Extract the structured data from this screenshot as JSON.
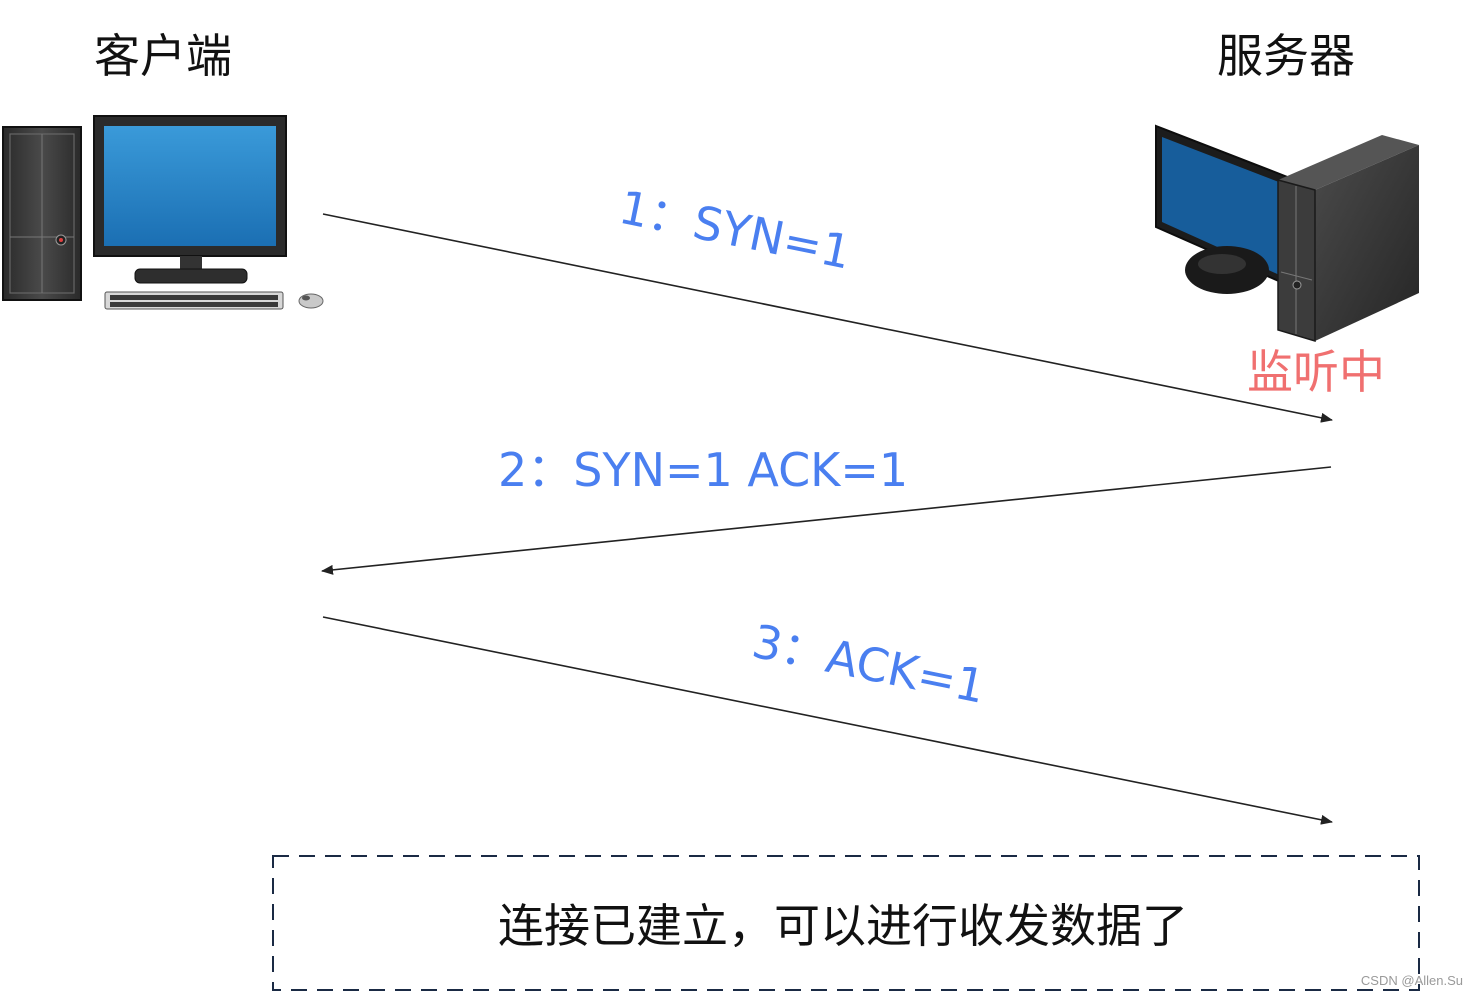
{
  "nodes": {
    "client": {
      "label": "客户端"
    },
    "server": {
      "label": "服务器",
      "status": "监听中"
    }
  },
  "messages": [
    {
      "step": "1",
      "text": "1：SYN=1",
      "direction": "client-to-server"
    },
    {
      "step": "2",
      "text": "2：SYN=1 ACK=1",
      "direction": "server-to-client"
    },
    {
      "step": "3",
      "text": "3：ACK=1",
      "direction": "client-to-server"
    }
  ],
  "result": {
    "text": "连接已建立，可以进行收发数据了"
  },
  "watermark": "CSDN @Allen.Su",
  "colors": {
    "message_text": "#4a7ff0",
    "status_text": "#f07070",
    "monitor_screen": "#1f6fb5",
    "dashed_border": "#1a2a44"
  },
  "icons": {
    "client": "desktop-computer-icon",
    "server": "server-tower-icon"
  }
}
